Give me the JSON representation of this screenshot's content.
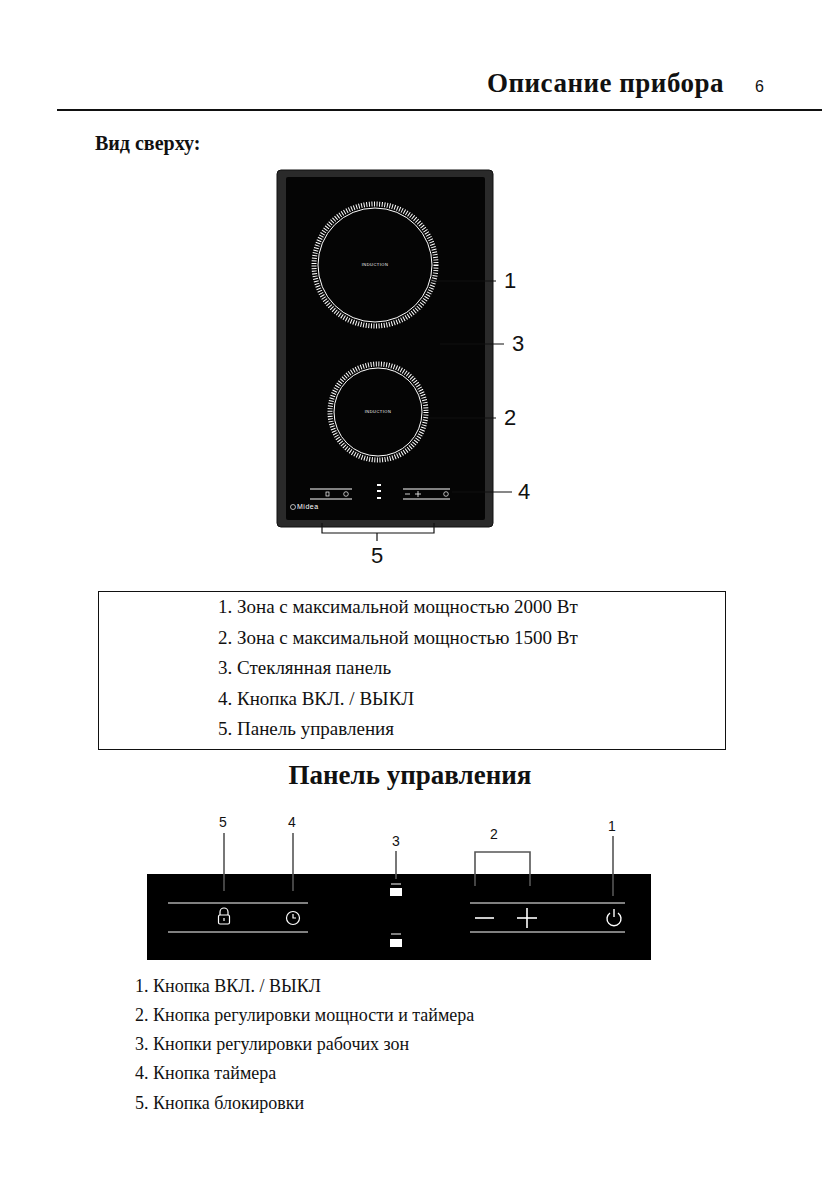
{
  "diagram": {
    "title": "Описание прибора",
    "nodes": [
      {
        "text": [
          "1. Зона с максимальной мощностью 2000 Вт",
          "2. Зона с максимальной мощностью 1500 Вт",
          "3. Стеклянная панель",
          "4. Кнопка ВКЛ. / ВЫКЛ",
          "5. Панель управления"
        ]
      }
    ],
    "labels": [
      "6",
      "Вид сверху:",
      "INDUCTION",
      "INDUCTION",
      "Midea",
      "1",
      "3",
      "2",
      "4",
      "5",
      "Панель управления",
      "5",
      "4",
      "3",
      "2",
      "1",
      "1. Кнопка ВКЛ. / ВЫКЛ",
      "2. Кнопка регулировки мощности и таймера",
      "3. Кнопки регулировки рабочих зон",
      "4. Кнопка таймера",
      "5. Кнопка блокировки"
    ]
  }
}
